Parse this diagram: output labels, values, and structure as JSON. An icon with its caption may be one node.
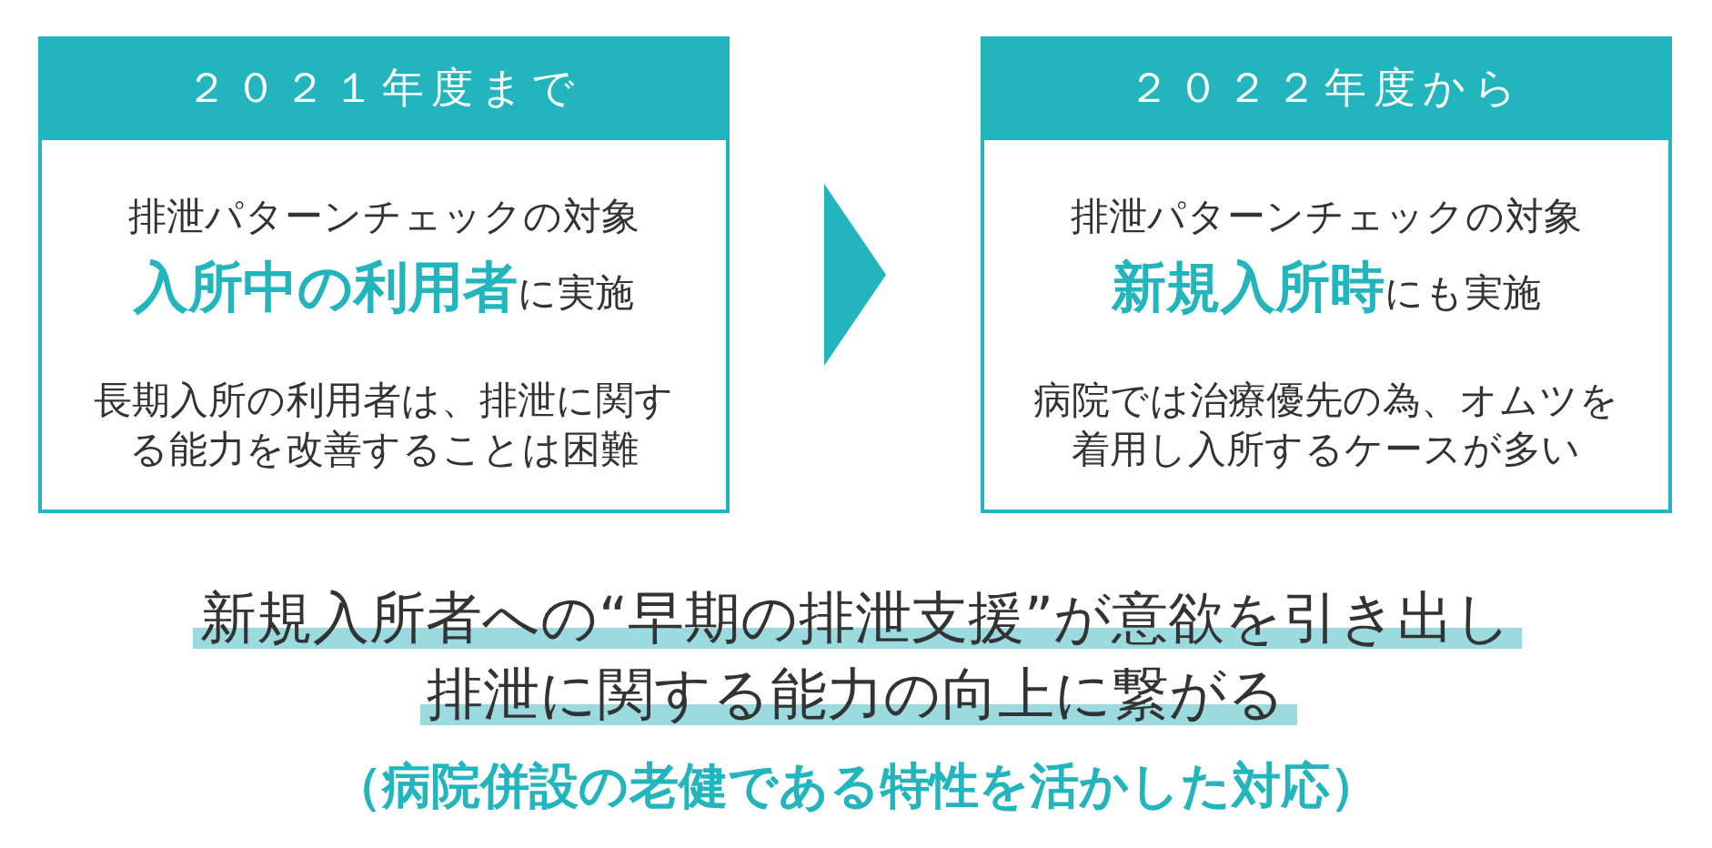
{
  "diagram": {
    "nodes": [
      {
        "text": [
          "２０２１年度まで",
          "排泄パターンチェックの対象",
          "**入所中の利用者**に実施",
          "長期入所の利用者は、排泄に関する能力を改善することは困難"
        ]
      },
      {
        "text": [
          "２０２２年度から",
          "排泄パターンチェックの対象",
          "**新規入所時**にも実施",
          "病院では治療優先の為、オムツを着用し入所するケースが多い"
        ]
      }
    ],
    "edges": [
      {
        "from": 0,
        "to": 1,
        "arrow": "to"
      }
    ],
    "labels": [
      "新規入所者への“早期の排泄支援”が意欲を引き出し排泄に関する能力の向上に繋がる",
      "（病院併設の老健である特性を活かした対応）"
    ]
  }
}
